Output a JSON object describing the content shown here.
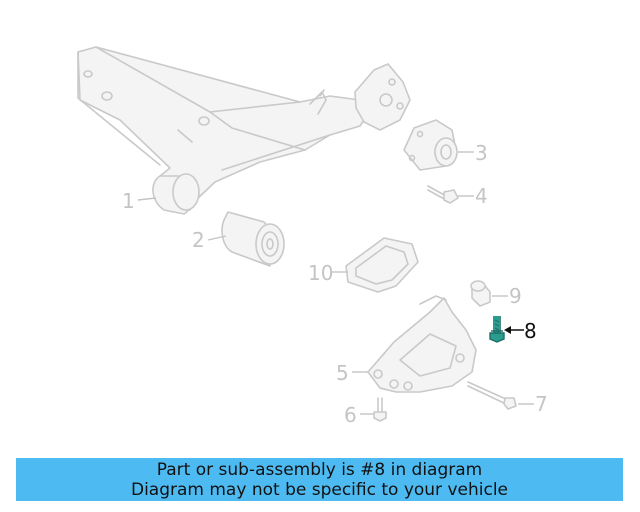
{
  "diagram": {
    "callouts": [
      "1",
      "2",
      "3",
      "4",
      "5",
      "6",
      "7",
      "8",
      "9",
      "10"
    ],
    "highlighted_part": "8",
    "highlight_color": "#2a9d8f",
    "line_color": "#c9c9c9"
  },
  "banner": {
    "line1": "Part or sub-assembly is #8 in diagram",
    "line2": "Diagram may not be specific to your vehicle",
    "background": "#4dbbf2"
  }
}
